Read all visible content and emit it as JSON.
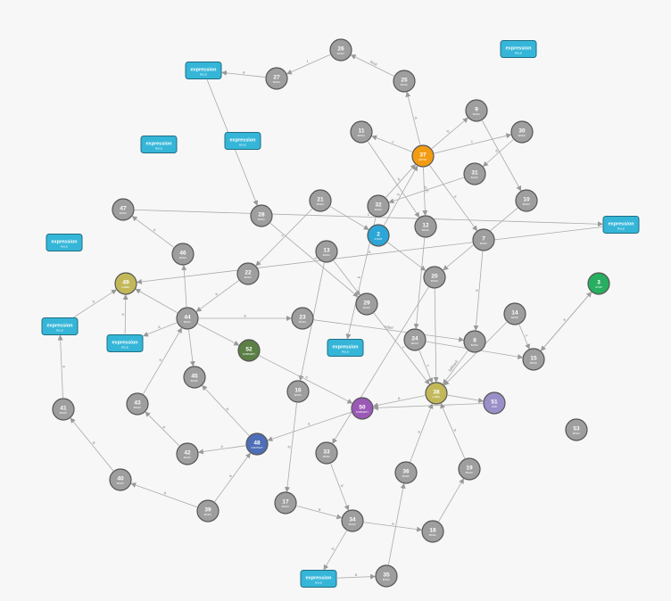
{
  "colors": {
    "basic": "#9e9e9e",
    "start": "#2ca6d6",
    "entry": "#f39c12",
    "stop": "#27ae60",
    "label": "#c2b85a",
    "summary": "#9b59b6",
    "summary_text": "#5b7f45",
    "link": "#9b8fc8",
    "contact": "#4e6eb7",
    "rule": "#35b6d8",
    "edge": "#aaaaaa"
  },
  "node_types": {
    "basic": "BASIC",
    "start": "START",
    "entry": "ENTRY",
    "stop": "STOP",
    "label": "LABEL",
    "summary": "SUMMARY",
    "link": "LINK",
    "contact": "CONTACT"
  },
  "nodes": [
    {
      "id": "26",
      "type": "basic"
    },
    {
      "id": "27",
      "type": "basic"
    },
    {
      "id": "25",
      "type": "basic"
    },
    {
      "id": "11",
      "type": "basic"
    },
    {
      "id": "9",
      "type": "basic"
    },
    {
      "id": "30",
      "type": "basic"
    },
    {
      "id": "37",
      "type": "entry"
    },
    {
      "id": "31",
      "type": "basic"
    },
    {
      "id": "10",
      "type": "basic"
    },
    {
      "id": "47",
      "type": "basic"
    },
    {
      "id": "21",
      "type": "basic"
    },
    {
      "id": "32",
      "type": "basic"
    },
    {
      "id": "28",
      "type": "basic"
    },
    {
      "id": "2",
      "type": "start"
    },
    {
      "id": "12",
      "type": "basic"
    },
    {
      "id": "7",
      "type": "basic"
    },
    {
      "id": "46",
      "type": "basic"
    },
    {
      "id": "13",
      "type": "basic"
    },
    {
      "id": "49",
      "type": "label"
    },
    {
      "id": "22",
      "type": "basic"
    },
    {
      "id": "20",
      "type": "basic"
    },
    {
      "id": "3",
      "type": "stop"
    },
    {
      "id": "29",
      "type": "basic"
    },
    {
      "id": "14",
      "type": "basic"
    },
    {
      "id": "44",
      "type": "basic"
    },
    {
      "id": "23",
      "type": "basic"
    },
    {
      "id": "24",
      "type": "basic"
    },
    {
      "id": "8",
      "type": "basic"
    },
    {
      "id": "52",
      "type": "summary_text"
    },
    {
      "id": "15",
      "type": "basic"
    },
    {
      "id": "45",
      "type": "basic"
    },
    {
      "id": "16",
      "type": "basic"
    },
    {
      "id": "38",
      "type": "label"
    },
    {
      "id": "51",
      "type": "link"
    },
    {
      "id": "43",
      "type": "basic"
    },
    {
      "id": "50",
      "type": "summary"
    },
    {
      "id": "41",
      "type": "basic"
    },
    {
      "id": "53",
      "type": "basic"
    },
    {
      "id": "48",
      "type": "contact"
    },
    {
      "id": "42",
      "type": "basic"
    },
    {
      "id": "33",
      "type": "basic"
    },
    {
      "id": "36",
      "type": "basic"
    },
    {
      "id": "19",
      "type": "basic"
    },
    {
      "id": "40",
      "type": "basic"
    },
    {
      "id": "17",
      "type": "basic"
    },
    {
      "id": "39",
      "type": "basic"
    },
    {
      "id": "34",
      "type": "basic"
    },
    {
      "id": "18",
      "type": "basic"
    },
    {
      "id": "35",
      "type": "basic"
    }
  ],
  "node_type_labels_override": {
    "52": "SUMMARY"
  },
  "rules": [
    {
      "title": "expression",
      "sub": "RULE"
    },
    {
      "title": "expression",
      "sub": "RULE"
    },
    {
      "title": "expression",
      "sub": "RULE"
    },
    {
      "title": "expression",
      "sub": "RULE"
    },
    {
      "title": "expression",
      "sub": "RULE"
    },
    {
      "title": "expression",
      "sub": "RULE"
    },
    {
      "title": "expression",
      "sub": "RULE"
    },
    {
      "title": "expression",
      "sub": "RULE"
    },
    {
      "title": "expression",
      "sub": "RULE"
    },
    {
      "title": "expression",
      "sub": "RULE"
    }
  ],
  "edges": [
    {
      "from": "25",
      "to": "26",
      "label": "final"
    },
    {
      "from": "26",
      "to": "27",
      "label": "f"
    },
    {
      "from": "27",
      "to": "r2",
      "label": "a"
    },
    {
      "from": "r2",
      "to": "28",
      "label": "b"
    },
    {
      "from": "37",
      "to": "25",
      "label": "a"
    },
    {
      "from": "37",
      "to": "11",
      "label": "c"
    },
    {
      "from": "37",
      "to": "9",
      "label": "b"
    },
    {
      "from": "37",
      "to": "30",
      "label": "c"
    },
    {
      "from": "30",
      "to": "31",
      "label": "d"
    },
    {
      "from": "9",
      "to": "10",
      "label": ""
    },
    {
      "from": "31",
      "to": "32",
      "label": "b"
    },
    {
      "from": "37",
      "to": "7",
      "label": "a"
    },
    {
      "from": "37",
      "to": "12",
      "label": "b"
    },
    {
      "from": "11",
      "to": "12",
      "label": ""
    },
    {
      "from": "2",
      "to": "37",
      "label": "b"
    },
    {
      "from": "32",
      "to": "37",
      "label": "d"
    },
    {
      "from": "10",
      "to": "20",
      "label": ""
    },
    {
      "from": "7",
      "to": "8",
      "label": "a"
    },
    {
      "from": "12",
      "to": "24",
      "label": ""
    },
    {
      "from": "2",
      "to": "20",
      "label": ""
    },
    {
      "from": "21",
      "to": "2",
      "label": ""
    },
    {
      "from": "21",
      "to": "22",
      "label": "c"
    },
    {
      "from": "28",
      "to": "29",
      "label": "a"
    },
    {
      "from": "47",
      "to": "r5",
      "label": "c"
    },
    {
      "from": "46",
      "to": "47",
      "label": "a"
    },
    {
      "from": "r5",
      "to": "49",
      "label": "a"
    },
    {
      "from": "r7",
      "to": "49",
      "label": "a"
    },
    {
      "from": "r8",
      "to": "49",
      "label": "a"
    },
    {
      "from": "44",
      "to": "49",
      "label": ""
    },
    {
      "from": "44",
      "to": "46",
      "label": ""
    },
    {
      "from": "22",
      "to": "44",
      "label": "a"
    },
    {
      "from": "44",
      "to": "r8",
      "label": "a"
    },
    {
      "from": "44",
      "to": "23",
      "label": "a"
    },
    {
      "from": "44",
      "to": "52",
      "label": ""
    },
    {
      "from": "44",
      "to": "45",
      "label": ""
    },
    {
      "from": "43",
      "to": "44",
      "label": "a"
    },
    {
      "from": "13",
      "to": "16",
      "label": "a"
    },
    {
      "from": "13",
      "to": "29",
      "label": ""
    },
    {
      "from": "23",
      "to": "8",
      "label": "label"
    },
    {
      "from": "32",
      "to": "r9",
      "label": "b"
    },
    {
      "from": "29",
      "to": "38",
      "label": "c"
    },
    {
      "from": "20",
      "to": "38",
      "label": ""
    },
    {
      "from": "24",
      "to": "38",
      "label": "c"
    },
    {
      "from": "8",
      "to": "38",
      "label": "fallback"
    },
    {
      "from": "14",
      "to": "15",
      "label": "c"
    },
    {
      "from": "24",
      "to": "15",
      "label": "a"
    },
    {
      "from": "14",
      "to": "38",
      "label": ""
    },
    {
      "from": "15",
      "to": "3",
      "label": ""
    },
    {
      "from": "3",
      "to": "15",
      "label": "a"
    },
    {
      "from": "51",
      "to": "50",
      "label": ""
    },
    {
      "from": "38",
      "to": "51",
      "label": ""
    },
    {
      "from": "38",
      "to": "50",
      "label": "a"
    },
    {
      "from": "52",
      "to": "50",
      "label": "a"
    },
    {
      "from": "20",
      "to": "33",
      "label": ""
    },
    {
      "from": "50",
      "to": "48",
      "label": "a"
    },
    {
      "from": "48",
      "to": "42",
      "label": "a"
    },
    {
      "from": "48",
      "to": "45",
      "label": "a"
    },
    {
      "from": "42",
      "to": "43",
      "label": "a"
    },
    {
      "from": "39",
      "to": "48",
      "label": "a"
    },
    {
      "from": "40",
      "to": "41",
      "label": "b"
    },
    {
      "from": "41",
      "to": "r7",
      "label": "a"
    },
    {
      "from": "39",
      "to": "40",
      "label": "a"
    },
    {
      "from": "16",
      "to": "17",
      "label": "b"
    },
    {
      "from": "17",
      "to": "34",
      "label": "a"
    },
    {
      "from": "33",
      "to": "34",
      "label": "b"
    },
    {
      "from": "34",
      "to": "18",
      "label": "a"
    },
    {
      "from": "34",
      "to": "r10",
      "label": "b"
    },
    {
      "from": "35",
      "to": "36",
      "label": ""
    },
    {
      "from": "36",
      "to": "38",
      "label": "a"
    },
    {
      "from": "r10",
      "to": "35",
      "label": "a"
    },
    {
      "from": "18",
      "to": "19",
      "label": ""
    },
    {
      "from": "19",
      "to": "38",
      "label": "a"
    }
  ]
}
